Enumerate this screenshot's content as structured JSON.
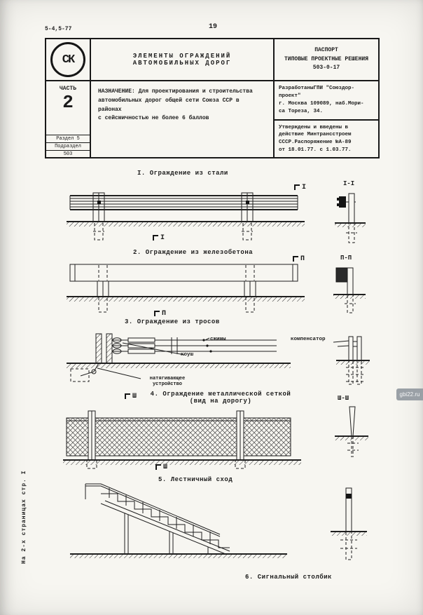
{
  "page": {
    "doc_code": "5-4,5-77",
    "page_number": "19",
    "side_note": "На 2-х страницах стр. I",
    "watermark": "gbi22.ru"
  },
  "header": {
    "logo_text": "СК",
    "title": "ЭЛЕМЕНТЫ ОГРАЖДЕНИЙ АВТОМОБИЛЬНЫХ ДОРОГ",
    "doc_type_line1": "ПАСПОРТ",
    "doc_type_line2": "ТИПОВЫЕ ПРОЕКТНЫЕ РЕШЕНИЯ",
    "doc_number": "503-0-17",
    "part_label": "ЧАСТЬ",
    "part_number": "2",
    "razdel": "Раздел 5",
    "podrazdel": "Подраздел",
    "podrazdel_number": "503",
    "purpose": "НАЗНАЧЕНИЕ: Для проектирования и строительства\nавтомобильных дорог общей сети Союза ССР в районах\nс сейсмичностью не более 6 баллов",
    "developer": "РазработаныГПИ \"Союздор-\nпроект\"\nг. Москва 109089, наб.Мори-\nса Тореза, 34.",
    "approval": "Утверждены и введены в\nдействие Минтрансстроем\nСССР.Распоряжение №А-89\nот 18.01.77. с 1.03.77."
  },
  "figures": {
    "fig1": {
      "title": "I. Ограждение из стали",
      "section": "I-I",
      "marker": "I"
    },
    "fig2": {
      "title": "2. Ограждение из железобетона",
      "section": "П-П",
      "marker": "П"
    },
    "fig3": {
      "title": "3. Ограждение из тросов",
      "label_clamps": "сжимы",
      "label_thimble": "коуш",
      "label_tensioner": "натягивающее\nустройство",
      "label_compensator": "компенсатор"
    },
    "fig4": {
      "title": "4. Ограждение металлической сеткой\n(вид на дорогу)",
      "section": "Ш-Ш",
      "marker": "Ш"
    },
    "fig5": {
      "title": "5. Лестничный сход"
    },
    "fig6": {
      "title": "6. Сигнальный столбик"
    }
  }
}
